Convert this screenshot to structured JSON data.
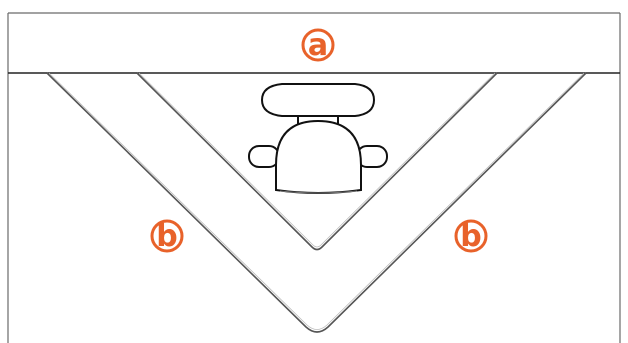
{
  "colors": {
    "callout": "#e8622a",
    "line": "#4a4a4a",
    "furniture_stroke": "#111111",
    "background": "#ffffff"
  },
  "labels": {
    "a": "a",
    "b_left": "b",
    "b_right": "b"
  }
}
